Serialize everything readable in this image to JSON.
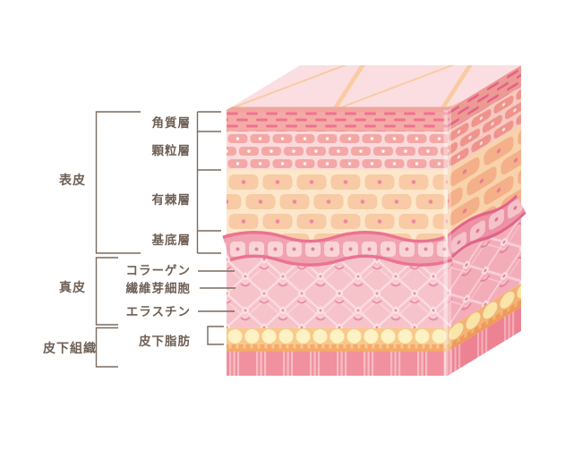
{
  "diagram": {
    "type": "skin-cross-section-cube",
    "language": "ja",
    "groups": [
      {
        "label": "表皮",
        "layers": [
          "角質層",
          "顆粒層",
          "有棘層",
          "基底層"
        ]
      },
      {
        "label": "真皮",
        "layers": [
          "コラーゲン",
          "繊維芽細胞",
          "エラスチン"
        ]
      },
      {
        "label": "皮下組織",
        "layers": [
          "皮下脂肪"
        ]
      }
    ]
  },
  "labels": {
    "epidermis": "表皮",
    "dermis": "真皮",
    "subcutis": "皮下組織",
    "stratum_corneum": "角質層",
    "granular_layer": "顆粒層",
    "spinous_layer": "有棘層",
    "basal_layer": "基底層",
    "collagen": "コラーゲン",
    "fibroblast": "繊維芽細胞",
    "elastin": "エラスチン",
    "subcutaneous_fat": "皮下脂肪"
  },
  "colors": {
    "text": "#6F6056",
    "line": "#7A6A5E",
    "background": "#FFFFFF",
    "top_face_bg": "#FBDEE1",
    "top_face_lines": "#F8CBA3",
    "corneum_bg": "#F4ABA6",
    "corneum_dashes": "#F0718F",
    "granular_bg": "#FBDADB",
    "granular_cells": "#F3A8A6",
    "spinous_bg": "#FCE7CA",
    "spinous_cells": "#F8CAA5",
    "basal_edge": "#EA7392",
    "basal_band": "#F1A3B1",
    "basal_cells": "#F9D4D7",
    "dermis_bg": "#F7C3CB",
    "dermis_lattice": "#FADDE1",
    "dermis_accent": "#E98CA0",
    "fat_bg": "#F9C989",
    "fat_circles": "#FCF2C3",
    "orange_strip": "#F5A96B",
    "muscle_bg": "#F1909E",
    "muscle_stripes": "#F7BDC5"
  }
}
